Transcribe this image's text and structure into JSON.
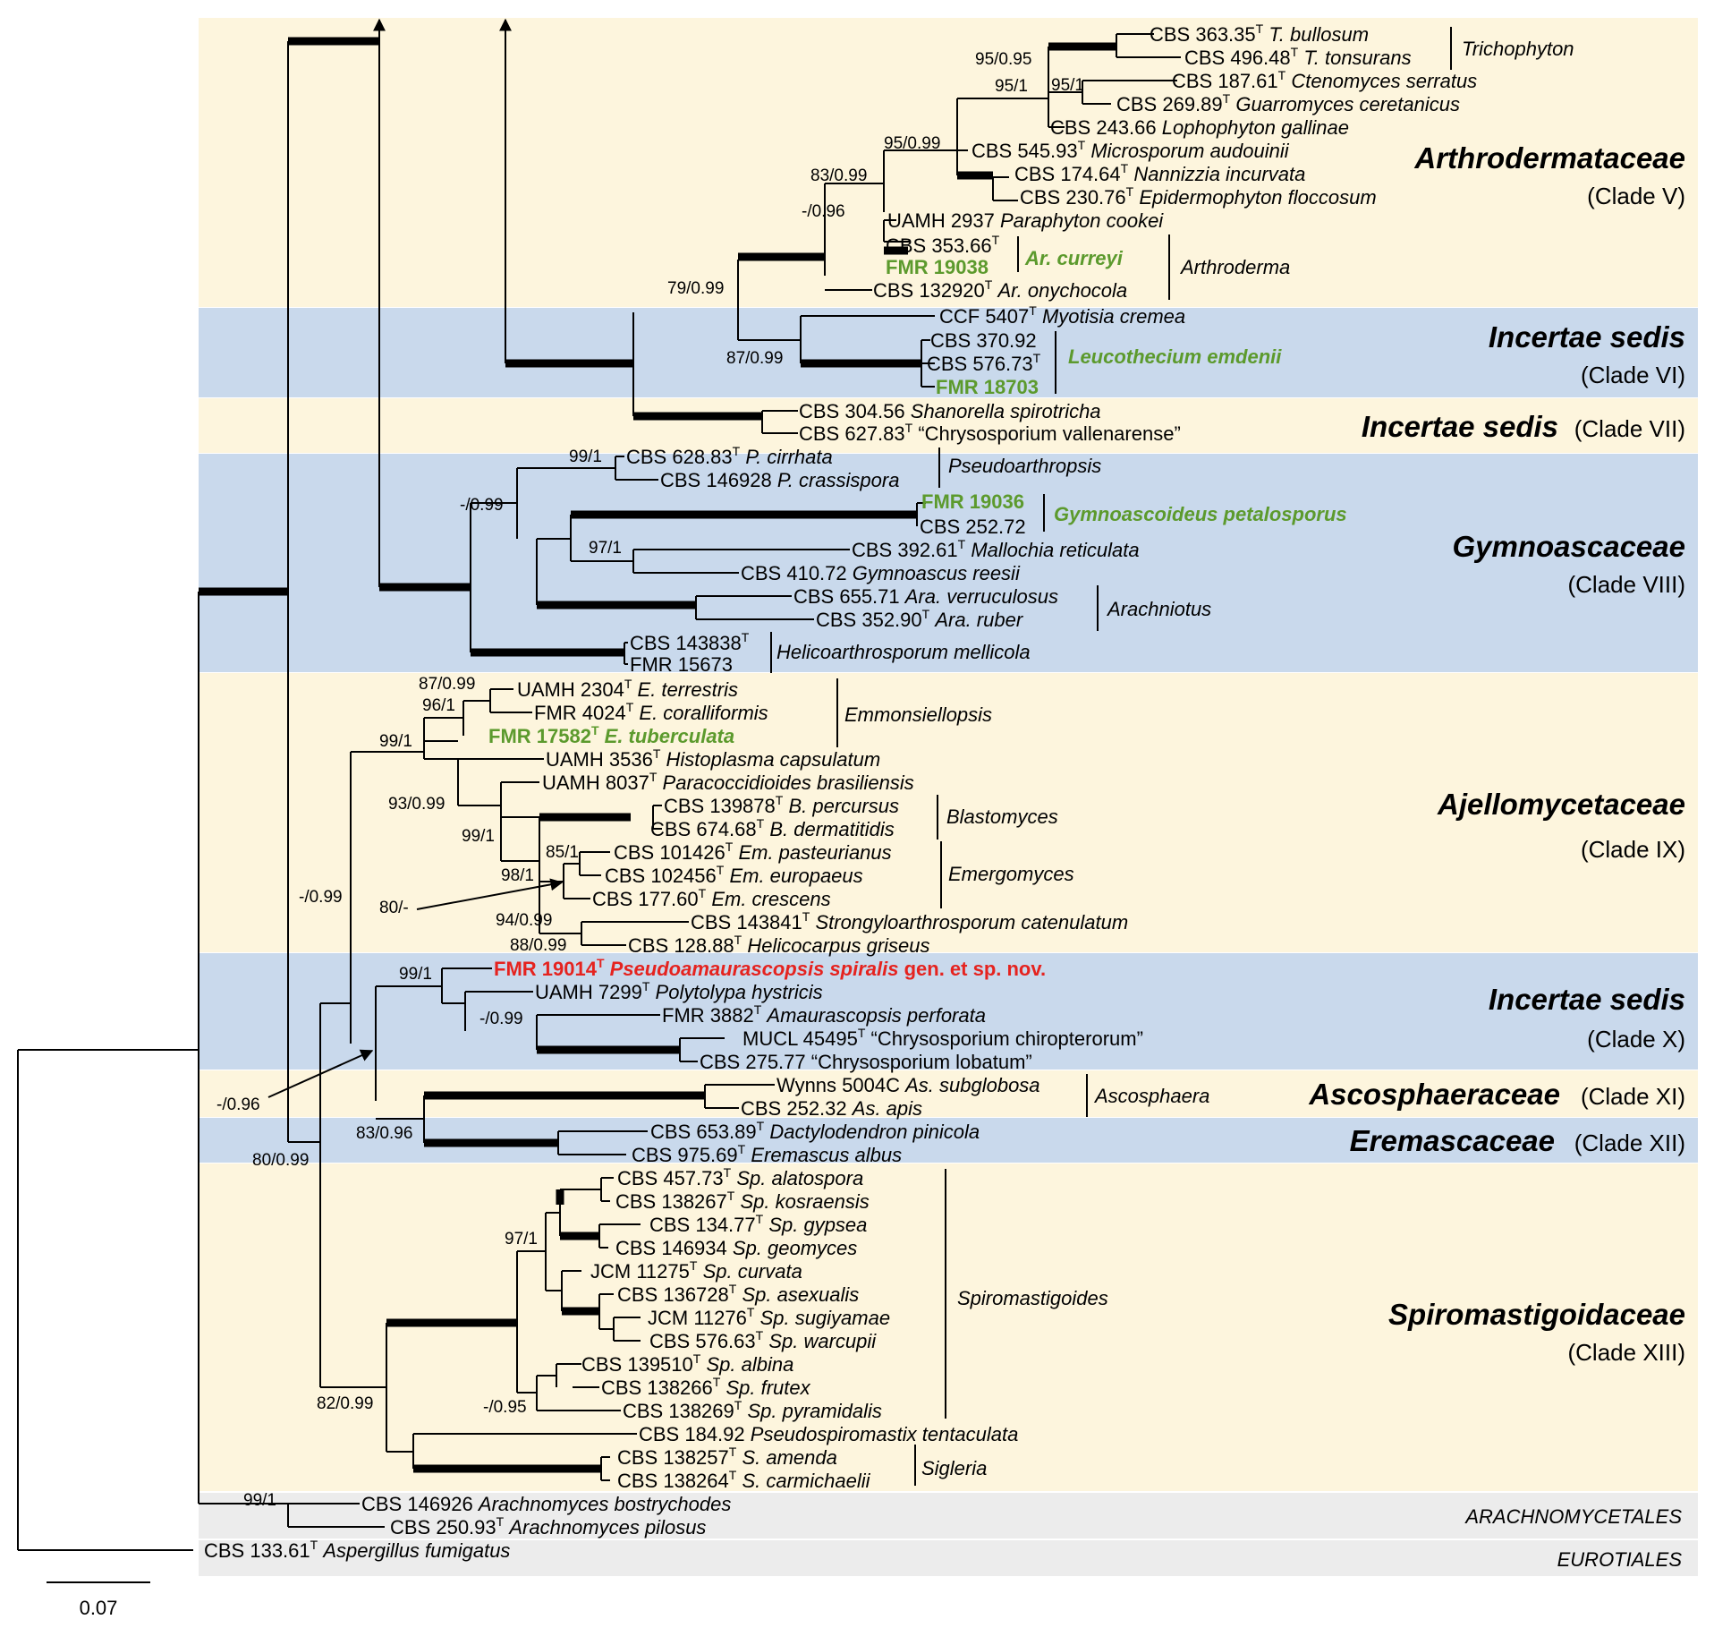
{
  "colors": {
    "band_yellow": "#fdf5dd",
    "band_blue": "#c9d9ec",
    "band_gray": "#ececec",
    "highlight_green": "#5c9a2d",
    "highlight_red": "#e5231f"
  },
  "tips": [
    {
      "code": "CBS 363.35",
      "T": true,
      "species": "T. bullosum",
      "hl": ""
    },
    {
      "code": "CBS 496.48",
      "T": true,
      "species": "T. tonsurans",
      "hl": ""
    },
    {
      "code": "CBS 187.61",
      "T": true,
      "species": "Ctenomyces serratus",
      "hl": ""
    },
    {
      "code": "CBS 269.89",
      "T": true,
      "species": "Guarromyces ceretanicus",
      "hl": ""
    },
    {
      "code": "CBS 243.66",
      "T": false,
      "species": "Lophophyton gallinae",
      "hl": ""
    },
    {
      "code": "CBS 545.93",
      "T": true,
      "species": "Microsporum audouinii",
      "hl": ""
    },
    {
      "code": "CBS 174.64",
      "T": true,
      "species": "Nannizzia incurvata",
      "hl": ""
    },
    {
      "code": "CBS 230.76",
      "T": true,
      "species": "Epidermophyton floccosum",
      "hl": ""
    },
    {
      "code": "UAMH 2937",
      "T": false,
      "species": "Paraphyton cookei",
      "hl": ""
    },
    {
      "code": "CBS 353.66",
      "T": true,
      "species": "",
      "hl": ""
    },
    {
      "code": "FMR 19038",
      "T": false,
      "species": "",
      "hl": "green"
    },
    {
      "code": "CBS 132920",
      "T": true,
      "species": "Ar. onychocola",
      "hl": ""
    },
    {
      "code": "CCF 5407",
      "T": true,
      "species": "Myotisia cremea",
      "hl": ""
    },
    {
      "code": "CBS 370.92",
      "T": false,
      "species": "",
      "hl": ""
    },
    {
      "code": "CBS 576.73",
      "T": true,
      "species": "",
      "hl": ""
    },
    {
      "code": "FMR 18703",
      "T": false,
      "species": "",
      "hl": "green"
    },
    {
      "code": "CBS 304.56",
      "T": false,
      "species": "Shanorella spirotricha",
      "hl": ""
    },
    {
      "code": "CBS 627.83",
      "T": true,
      "species": "“Chrysosporium vallenarense”",
      "hl": ""
    },
    {
      "code": "CBS 628.83",
      "T": true,
      "species": "P. cirrhata",
      "hl": ""
    },
    {
      "code": "CBS 146928",
      "T": false,
      "species": "P. crassispora",
      "hl": ""
    },
    {
      "code": "FMR 19036",
      "T": false,
      "species": "",
      "hl": "green"
    },
    {
      "code": "CBS 252.72",
      "T": false,
      "species": "",
      "hl": ""
    },
    {
      "code": "CBS 392.61",
      "T": true,
      "species": "Mallochia reticulata",
      "hl": ""
    },
    {
      "code": "CBS 410.72",
      "T": false,
      "species": "Gymnoascus reesii",
      "hl": ""
    },
    {
      "code": "CBS 655.71",
      "T": false,
      "species": "Ara. verruculosus",
      "hl": ""
    },
    {
      "code": "CBS 352.90",
      "T": true,
      "species": "Ara. ruber",
      "hl": ""
    },
    {
      "code": "CBS 143838",
      "T": true,
      "species": "",
      "hl": ""
    },
    {
      "code": "FMR 15673",
      "T": false,
      "species": "",
      "hl": ""
    },
    {
      "code": "UAMH 2304",
      "T": true,
      "species": "E. terrestris",
      "hl": ""
    },
    {
      "code": "FMR 4024",
      "T": true,
      "species": "E. coralliformis",
      "hl": ""
    },
    {
      "code": "FMR 17582",
      "T": true,
      "species": "E. tuberculata",
      "hl": "green"
    },
    {
      "code": "UAMH 3536",
      "T": true,
      "species": "Histoplasma capsulatum",
      "hl": ""
    },
    {
      "code": "UAMH 8037",
      "T": true,
      "species": "Paracoccidioides brasiliensis",
      "hl": ""
    },
    {
      "code": "CBS 139878",
      "T": true,
      "species": "B. percursus",
      "hl": ""
    },
    {
      "code": "CBS 674.68",
      "T": true,
      "species": "B. dermatitidis",
      "hl": ""
    },
    {
      "code": "CBS 101426",
      "T": true,
      "species": "Em. pasteurianus",
      "hl": ""
    },
    {
      "code": "CBS 102456",
      "T": true,
      "species": "Em. europaeus",
      "hl": ""
    },
    {
      "code": "CBS 177.60",
      "T": true,
      "species": "Em. crescens",
      "hl": ""
    },
    {
      "code": "CBS 143841",
      "T": true,
      "species": "Strongyloarthrosporum catenulatum",
      "hl": ""
    },
    {
      "code": "CBS 128.88",
      "T": true,
      "species": "Helicocarpus griseus",
      "hl": ""
    },
    {
      "code": "FMR 19014",
      "T": true,
      "species": "Pseudoamaurascopsis spiralis",
      "suffix": " gen. et sp. nov.",
      "hl": "red"
    },
    {
      "code": "UAMH 7299",
      "T": true,
      "species": "Polytolypa hystricis",
      "hl": ""
    },
    {
      "code": "FMR 3882",
      "T": true,
      "species": "Amaurascopsis perforata",
      "hl": ""
    },
    {
      "code": "MUCL 45495",
      "T": true,
      "species": "“Chrysosporium chiropterorum”",
      "hl": ""
    },
    {
      "code": "CBS 275.77",
      "T": false,
      "species": "“Chrysosporium lobatum”",
      "hl": ""
    },
    {
      "code": "Wynns 5004C",
      "T": false,
      "species": "As. subglobosa",
      "hl": ""
    },
    {
      "code": "CBS 252.32",
      "T": false,
      "species": "As. apis",
      "hl": ""
    },
    {
      "code": "CBS 653.89",
      "T": true,
      "species": "Dactylodendron pinicola",
      "hl": ""
    },
    {
      "code": "CBS 975.69",
      "T": true,
      "species": "Eremascus albus",
      "hl": ""
    },
    {
      "code": "CBS 457.73",
      "T": true,
      "species": "Sp. alatospora",
      "hl": ""
    },
    {
      "code": "CBS 138267",
      "T": true,
      "species": "Sp. kosraensis",
      "hl": ""
    },
    {
      "code": "CBS 134.77",
      "T": true,
      "species": "Sp. gypsea",
      "hl": ""
    },
    {
      "code": "CBS 146934",
      "T": false,
      "species": "Sp. geomyces",
      "hl": ""
    },
    {
      "code": "JCM 11275",
      "T": true,
      "species": "Sp. curvata",
      "hl": ""
    },
    {
      "code": "CBS 136728",
      "T": true,
      "species": "Sp. asexualis",
      "hl": ""
    },
    {
      "code": "JCM 11276",
      "T": true,
      "species": "Sp. sugiyamae",
      "hl": ""
    },
    {
      "code": "CBS 576.63",
      "T": true,
      "species": "Sp. warcupii",
      "hl": ""
    },
    {
      "code": "CBS 139510",
      "T": true,
      "species": "Sp. albina",
      "hl": ""
    },
    {
      "code": "CBS 138266",
      "T": true,
      "species": "Sp. frutex",
      "hl": ""
    },
    {
      "code": "CBS 138269",
      "T": true,
      "species": "Sp. pyramidalis",
      "hl": ""
    },
    {
      "code": "CBS 184.92",
      "T": false,
      "species": "Pseudospiromastix tentaculata",
      "hl": ""
    },
    {
      "code": "CBS 138257",
      "T": true,
      "species": "S. amenda",
      "hl": ""
    },
    {
      "code": "CBS 138264",
      "T": true,
      "species": "S. carmichaelii",
      "hl": ""
    },
    {
      "code": "CBS 146926",
      "T": false,
      "species": "Arachnomyces bostrychodes",
      "hl": ""
    },
    {
      "code": "CBS 250.93",
      "T": true,
      "species": "Arachnomyces pilosus",
      "hl": ""
    },
    {
      "code": "CBS 133.61",
      "T": true,
      "species": "Aspergillus fumigatus",
      "hl": ""
    }
  ],
  "supports": [
    "95/0.95",
    "95/1",
    "95/1",
    "95/0.99",
    "83/0.99",
    "-/0.96",
    "79/0.99",
    "87/0.99",
    "99/1",
    "-/0.99",
    "97/1",
    "87/0.99",
    "96/1",
    "99/1",
    "93/0.99",
    "99/1",
    "85/1",
    "98/1",
    "80/-",
    "94/0.99",
    "88/0.99",
    "-/0.99",
    "99/1",
    "-/0.99",
    "-/0.96",
    "83/0.96",
    "80/0.99",
    "97/1",
    "-/0.95",
    "82/0.99",
    "99/1"
  ],
  "genus_labels": [
    {
      "text": "Trichophyton",
      "hl": ""
    },
    {
      "text": "Ar. curreyi",
      "hl": "green"
    },
    {
      "text": "Arthroderma",
      "hl": ""
    },
    {
      "text": "Leucothecium emdenii",
      "hl": "green"
    },
    {
      "text": "Pseudoarthropsis",
      "hl": ""
    },
    {
      "text": "Gymnoascoideus petalosporus",
      "hl": "green"
    },
    {
      "text": "Arachniotus",
      "hl": ""
    },
    {
      "text": "Helicoarthrosporum mellicola",
      "hl": ""
    },
    {
      "text": "Emmonsiellopsis",
      "hl": ""
    },
    {
      "text": "Blastomyces",
      "hl": ""
    },
    {
      "text": "Emergomyces",
      "hl": ""
    },
    {
      "text": "Ascosphaera",
      "hl": ""
    },
    {
      "text": "Spiromastigoides",
      "hl": ""
    },
    {
      "text": "Sigleria",
      "hl": ""
    }
  ],
  "families": [
    {
      "name": "Arthrodermataceae",
      "clade": "(Clade V)"
    },
    {
      "name": "Incertae sedis",
      "clade": "(Clade VI)"
    },
    {
      "name": "Incertae sedis",
      "clade": "(Clade VII)"
    },
    {
      "name": "Gymnoascaceae",
      "clade": "(Clade VIII)"
    },
    {
      "name": "Ajellomycetaceae",
      "clade": "(Clade IX)"
    },
    {
      "name": "Incertae sedis",
      "clade": "(Clade X)"
    },
    {
      "name": "Ascosphaeraceae",
      "clade": "(Clade XI)"
    },
    {
      "name": "Eremascaceae",
      "clade": "(Clade XII)"
    },
    {
      "name": "Spiromastigoidaceae",
      "clade": "(Clade XIII)"
    }
  ],
  "orders": [
    "ARACHNOMYCETALES",
    "EUROTIALES"
  ],
  "scale_label": "0.07"
}
